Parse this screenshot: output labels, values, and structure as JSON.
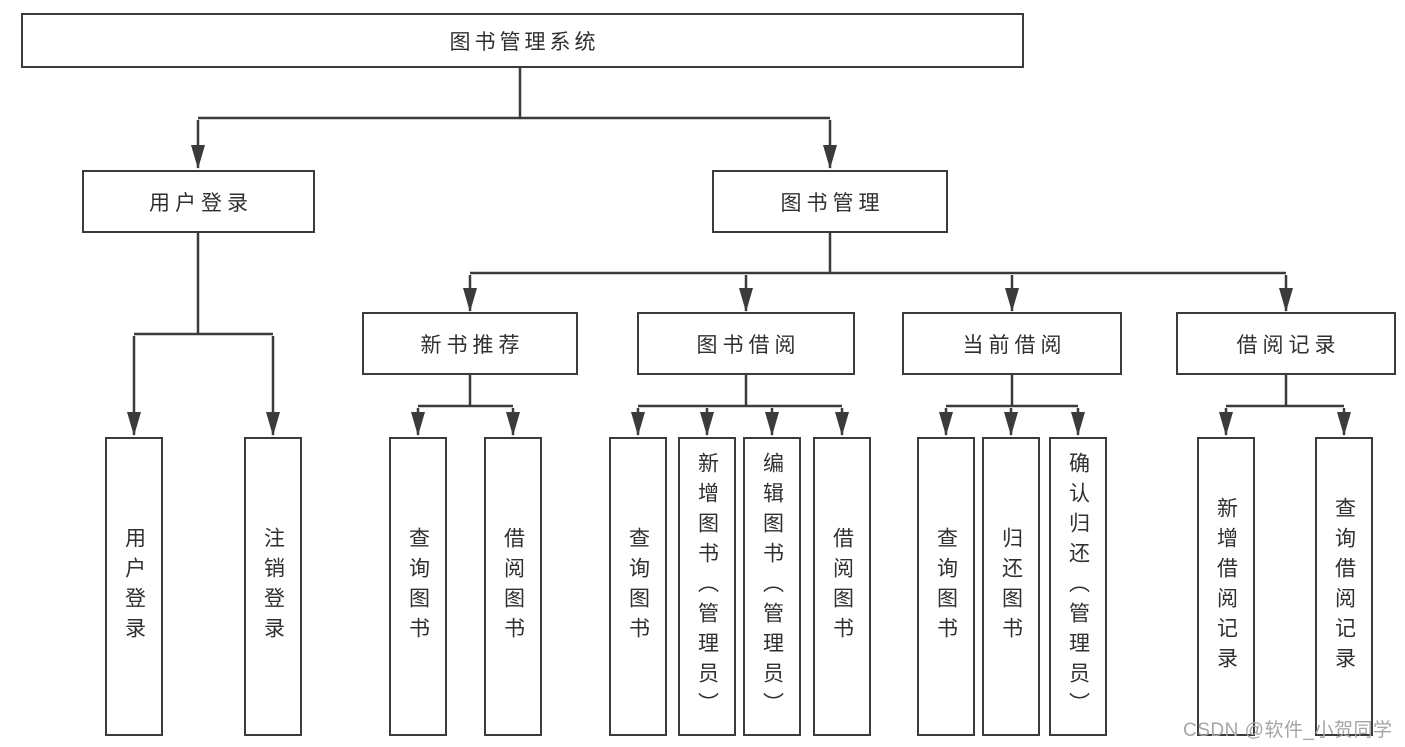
{
  "tree": {
    "root": {
      "label": "图书管理系统"
    },
    "branches": [
      {
        "label": "用户登录",
        "children": [
          {
            "label": "用户登录"
          },
          {
            "label": "注销登录"
          }
        ]
      },
      {
        "label": "图书管理",
        "children": [
          {
            "label": "新书推荐",
            "children": [
              {
                "label": "查询图书"
              },
              {
                "label": "借阅图书"
              }
            ]
          },
          {
            "label": "图书借阅",
            "children": [
              {
                "label": "查询图书"
              },
              {
                "label": "新增图书（管理员）"
              },
              {
                "label": "编辑图书（管理员）"
              },
              {
                "label": "借阅图书"
              }
            ]
          },
          {
            "label": "当前借阅",
            "children": [
              {
                "label": "查询图书"
              },
              {
                "label": "归还图书"
              },
              {
                "label": "确认归还（管理员）"
              }
            ]
          },
          {
            "label": "借阅记录",
            "children": [
              {
                "label": "新增借阅记录"
              },
              {
                "label": "查询借阅记录"
              }
            ]
          }
        ]
      }
    ]
  },
  "watermark": {
    "text": "CSDN @软件_小贺同学"
  },
  "colors": {
    "line": "#3b3b3b",
    "box_border": "#3b3b3b",
    "box_fill": "#ffffff",
    "text": "#303030",
    "watermark": "#a5a5a5"
  }
}
